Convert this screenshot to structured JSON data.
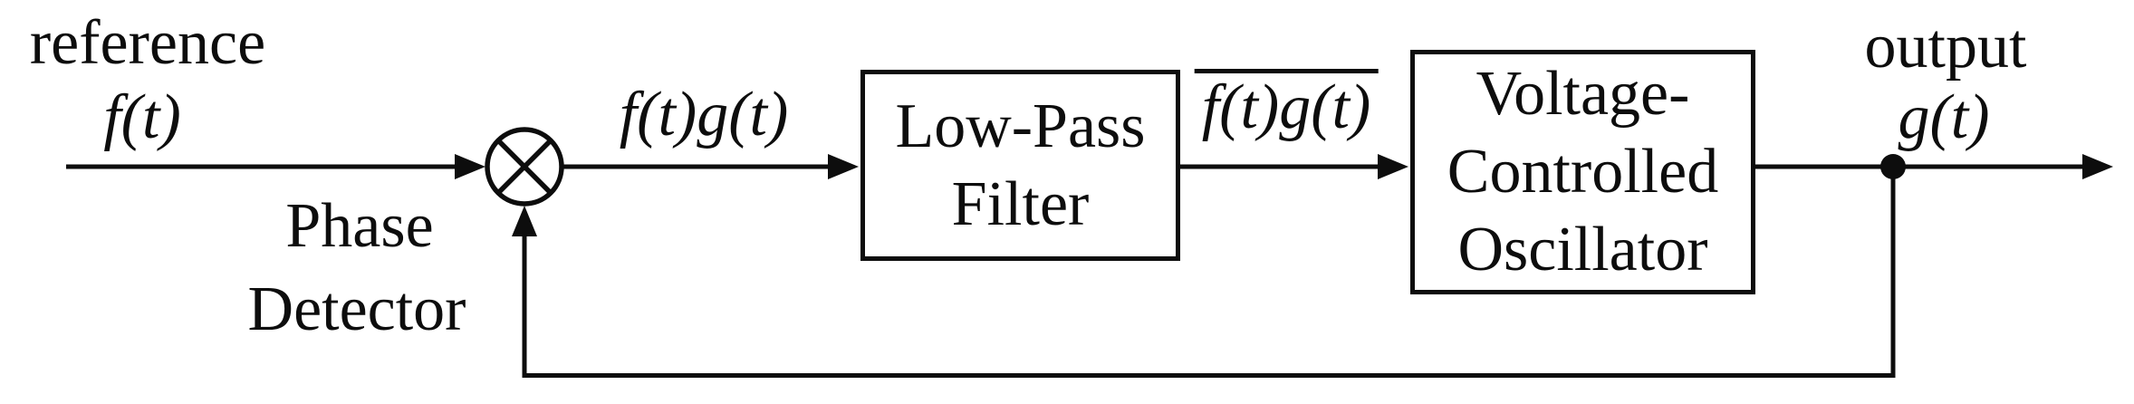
{
  "colors": {
    "ink": "#0d0d0d",
    "background": "#ffffff"
  },
  "labels": {
    "reference_caption": "reference",
    "reference_signal": "f(t)",
    "phase_detector_line1": "Phase",
    "phase_detector_line2": "Detector",
    "product_signal": "f(t)g(t)",
    "filtered_product_signal": "f(t)g(t)",
    "output_caption": "output",
    "output_signal": "g(t)"
  },
  "blocks": {
    "low_pass_filter": {
      "line1": "Low-Pass",
      "line2": "Filter"
    },
    "voltage_controlled_oscillator": {
      "line1": "Voltage-",
      "line2": "Controlled",
      "line3": "Oscillator"
    }
  },
  "symbols": {
    "mixer": "multiplier-circle-x",
    "branch_node": "filled-dot",
    "connectors": "solid-arrow-lines"
  }
}
